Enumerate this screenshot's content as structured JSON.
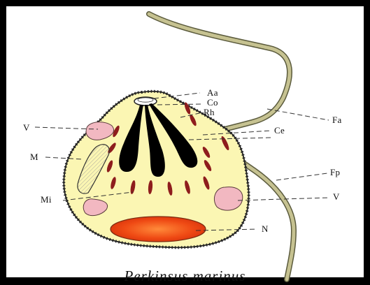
{
  "caption": "Perkinsus marinus",
  "labels": {
    "Aa": "Aa",
    "Co": "Co",
    "Rh": "Rh",
    "Fa": "Fa",
    "Ce": "Ce",
    "V_left": "V",
    "M": "M",
    "Fp": "Fp",
    "Mi": "Mi",
    "V_right": "V",
    "N": "N"
  },
  "colors": {
    "cell": "#fbf6b3",
    "flagellum": "#c6c291",
    "rhoptry": "#000000",
    "micronemes": "#8e1d1d",
    "vacuole": "#f2b8c1",
    "nucleus": "#ef4a14"
  }
}
